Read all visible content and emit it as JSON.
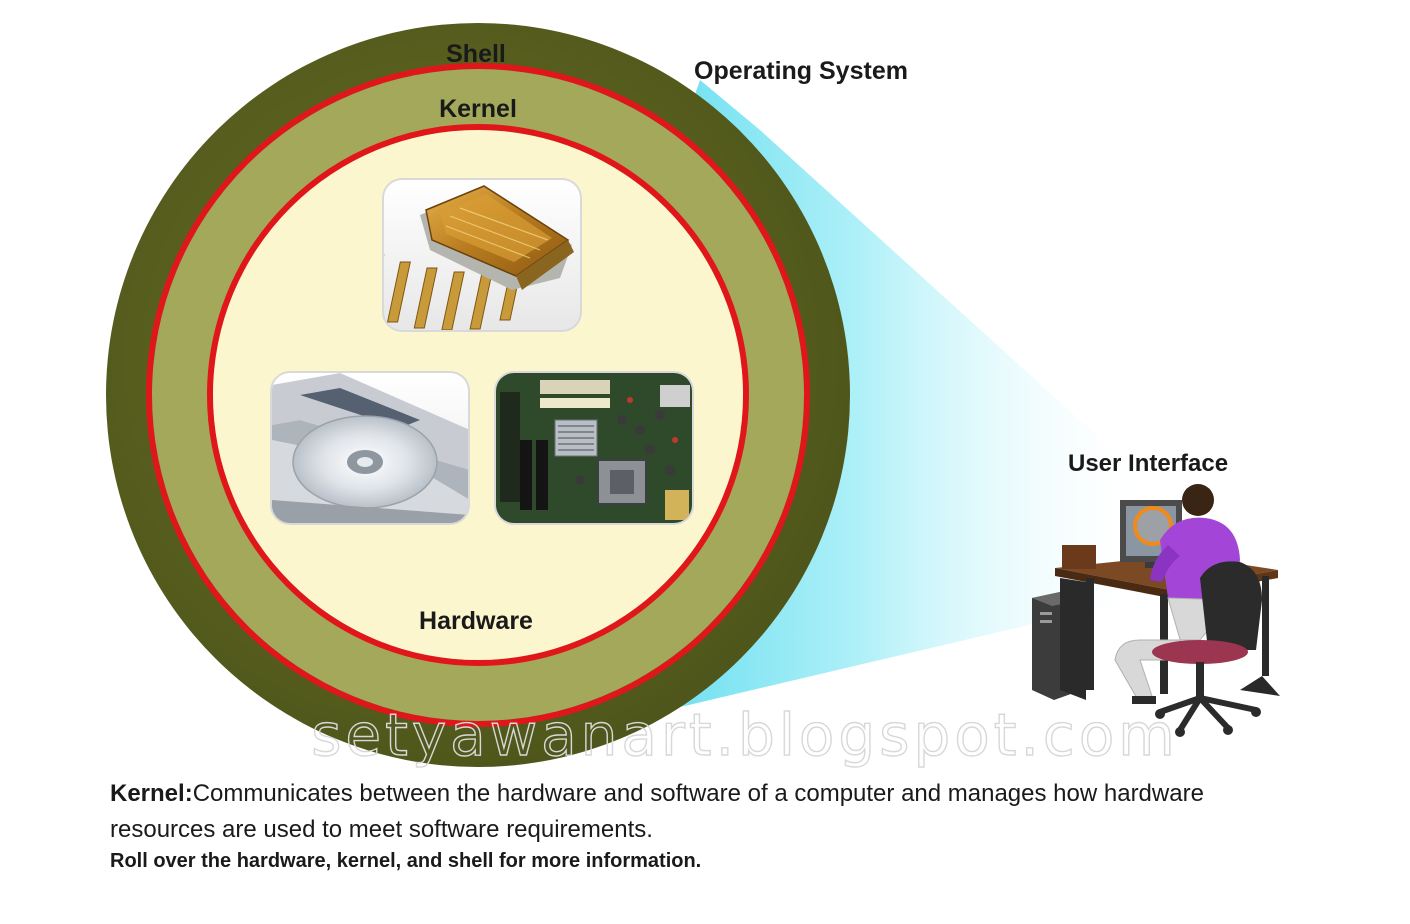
{
  "diagram": {
    "labels": {
      "shell": "Shell",
      "kernel": "Kernel",
      "hardware": "Hardware",
      "operating_system": "Operating System",
      "user_interface": "User Interface"
    },
    "colors": {
      "shell_ring": "#5b6320",
      "kernel_ring": "#a4a85a",
      "hardware_core": "#fcf6cf",
      "boundary_red": "#e0161b",
      "beam_cyan": "#7fe3f2"
    },
    "icons": [
      "microchip-image",
      "optical-drive-image",
      "motherboard-image",
      "user-at-desk-image"
    ]
  },
  "watermark": "setyawanart.blogspot.com",
  "caption": {
    "term": "Kernel:",
    "definition": "Communicates between the hardware and software of a computer and manages how hardware",
    "definition_cont": "resources are used to meet software requirements.",
    "hint": "Roll over the hardware, kernel, and shell for more information."
  }
}
